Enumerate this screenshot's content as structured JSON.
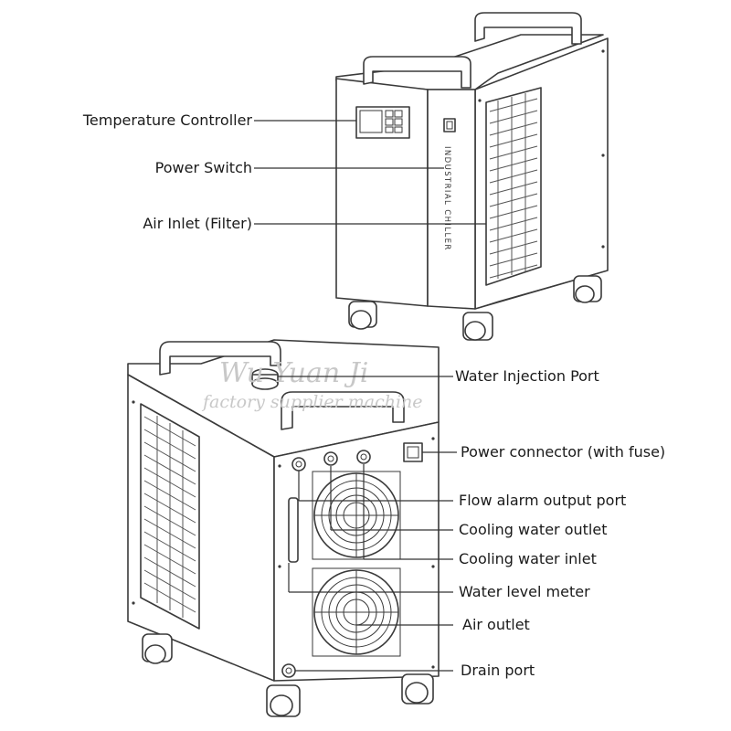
{
  "top_unit": {
    "side_text": "INDUSTRIAL CHILLER",
    "labels": [
      "Temperature Controller",
      "Power Switch",
      "Air Inlet (Filter)"
    ]
  },
  "bottom_unit": {
    "labels": [
      "Water Injection Port",
      "Power connector (with fuse)",
      "Flow alarm output port",
      "Cooling water outlet",
      "Cooling water inlet",
      "Water level meter",
      "Air outlet",
      "Drain port"
    ]
  },
  "watermark": {
    "line1": "Wu Yuan Ji",
    "line2": "factory supplier machine"
  }
}
